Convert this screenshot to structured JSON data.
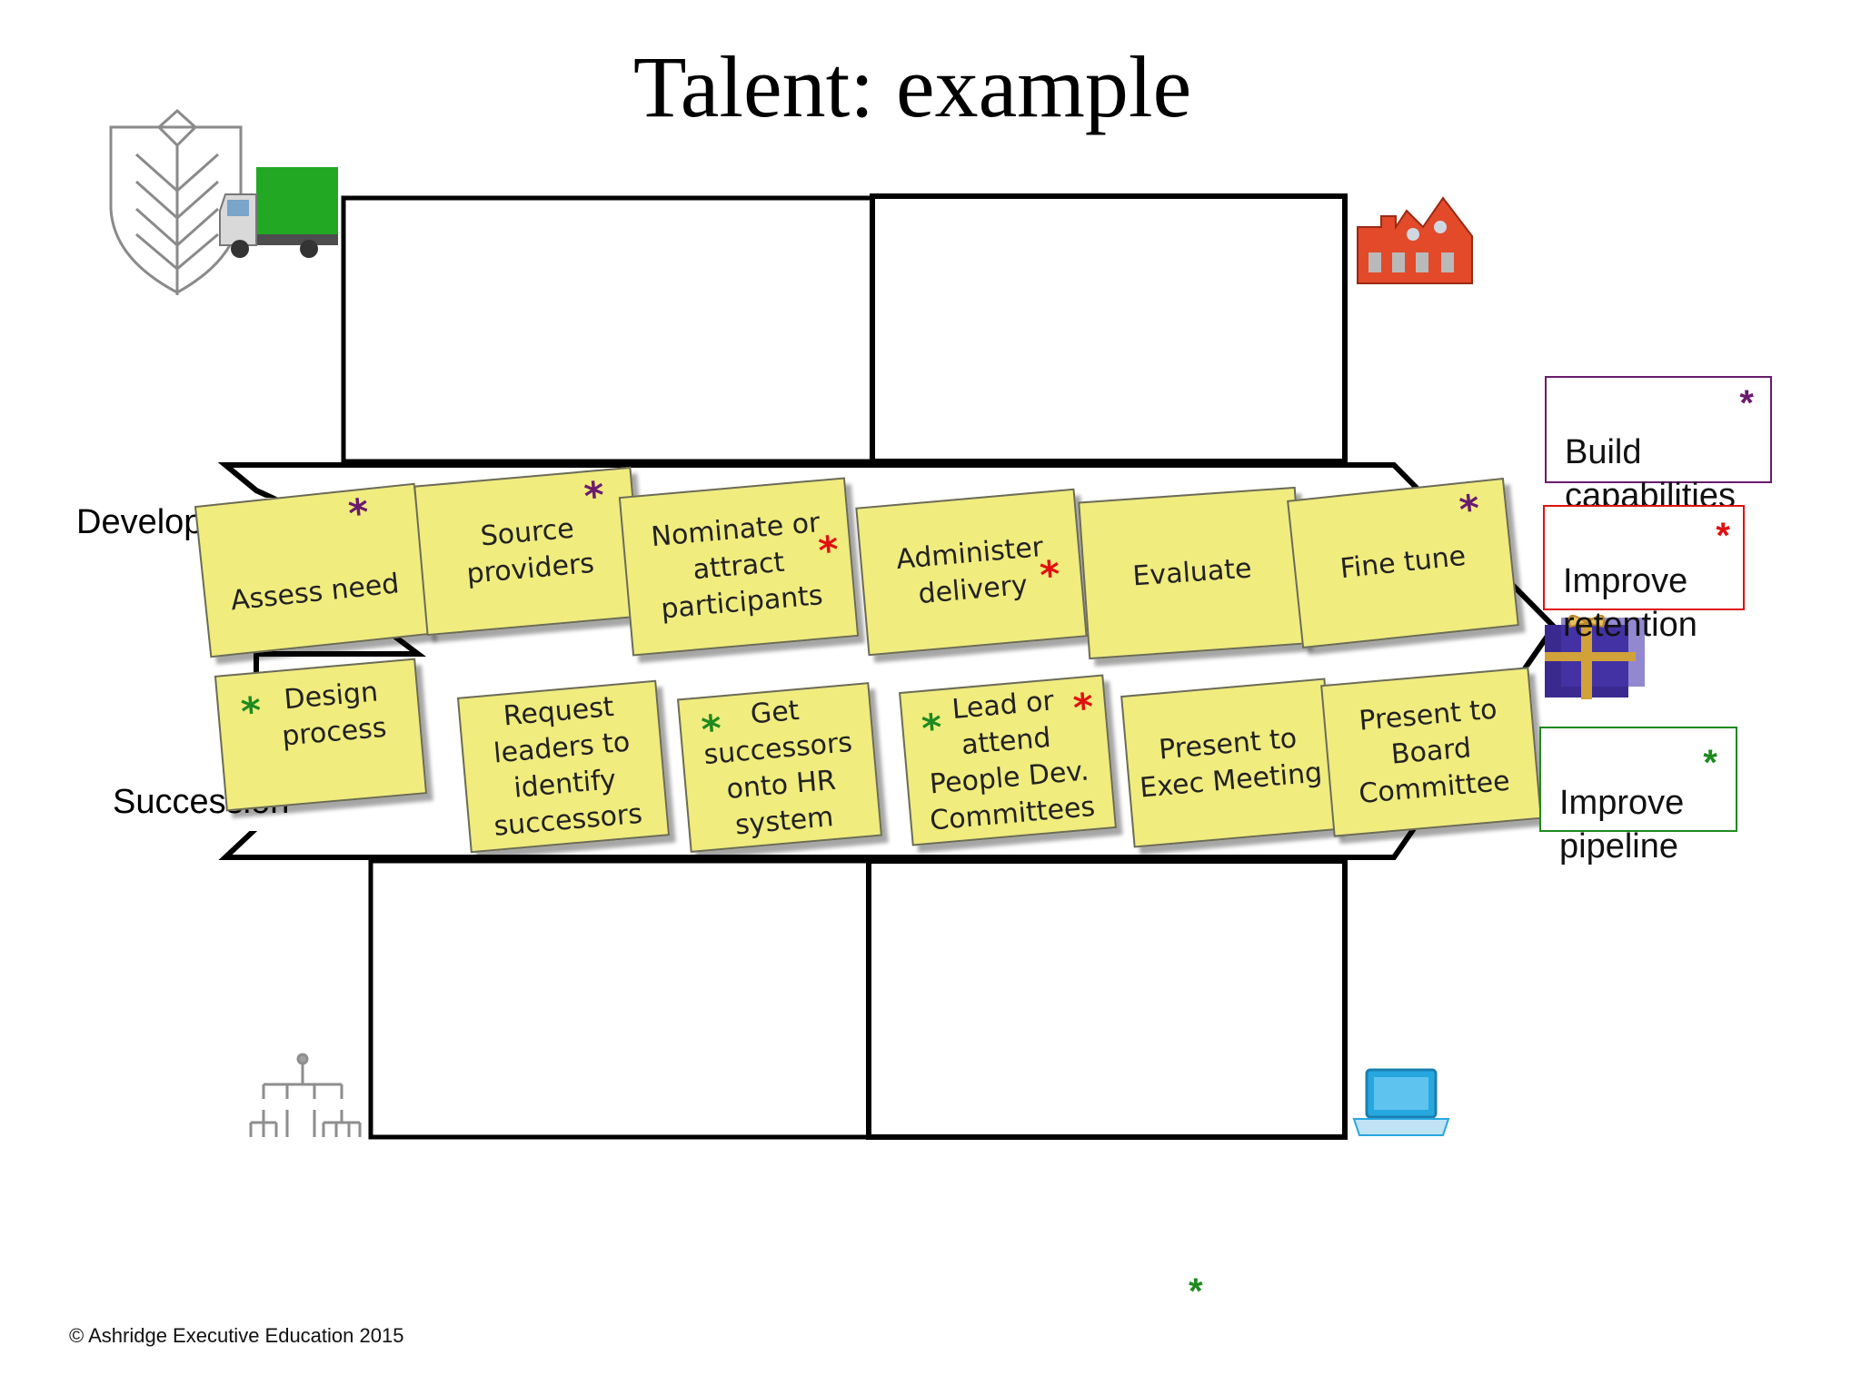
{
  "title": "Talent: example",
  "lanes": {
    "top": "Development",
    "bottom": "Succession"
  },
  "development_notes": [
    {
      "text": "Assess need",
      "star": "purple"
    },
    {
      "text": "Source\nproviders",
      "star": "purple"
    },
    {
      "text": "Nominate or\nattract\nparticipants",
      "star": "red"
    },
    {
      "text": "Administer\ndelivery",
      "star": "red"
    },
    {
      "text": "Evaluate",
      "star": ""
    },
    {
      "text": "Fine tune",
      "star": "purple"
    }
  ],
  "succession_notes": [
    {
      "text": "Design\nprocess",
      "star": "green"
    },
    {
      "text": "Request\nleaders to\nidentify\nsuccessors",
      "star": ""
    },
    {
      "text": "Get\nsuccessors\nonto HR\nsystem",
      "star": "green"
    },
    {
      "text": "Lead or\nattend\nPeople Dev.\nCommittees",
      "star": "green-red"
    },
    {
      "text": "Present to\nExec Meeting",
      "star": ""
    },
    {
      "text": "Present to\nBoard\nCommittee",
      "star": ""
    }
  ],
  "legend": [
    {
      "text": "Build\ncapabilities",
      "color": "#6a1b6e",
      "star": "*"
    },
    {
      "text": "Improve\nretention",
      "color": "#e01010",
      "star": "*"
    },
    {
      "text": "Improve\npipeline",
      "color": "#1f8a1f",
      "star": "*"
    }
  ],
  "stray_star": "*",
  "footer": "© Ashridge Executive Education 2015",
  "icons": [
    "wheat-logo-icon",
    "truck-icon",
    "factory-icon",
    "gift-icon",
    "org-chart-icon",
    "laptop-icon"
  ],
  "colors": {
    "note": "#f0ec7e",
    "purple": "#6a1b6e",
    "red": "#e01010",
    "green": "#1f8a1f",
    "truck_box": "#22a822",
    "factory": "#e24a2a",
    "gift": "#3a2a90",
    "laptop": "#27a7e0"
  }
}
